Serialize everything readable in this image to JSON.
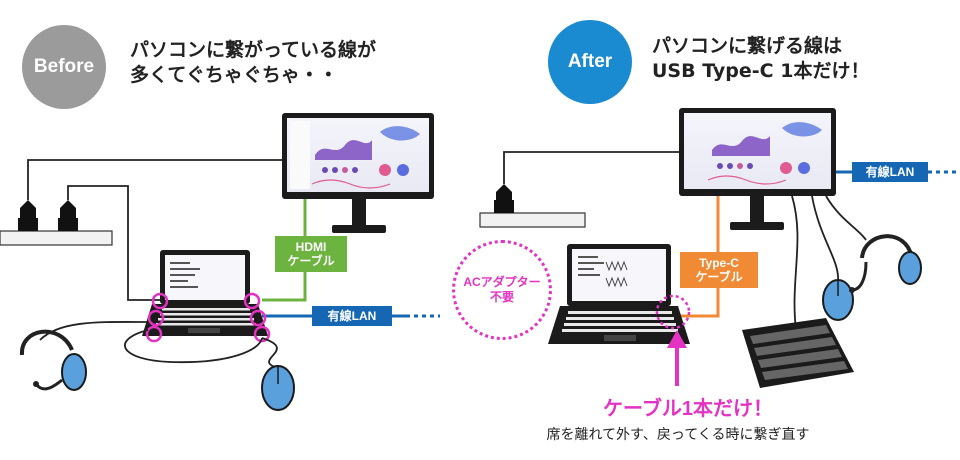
{
  "before": {
    "badge": "Before",
    "headline": [
      "パソコンに繋がっている線が",
      "多くてぐちゃぐちゃ・・"
    ],
    "hdmi_label": [
      "HDMI",
      "ケーブル"
    ],
    "lan_label": "有線LAN"
  },
  "after": {
    "badge": "After",
    "headline": [
      "パソコンに繋げる線は",
      "USB Type-C 1本だけ！"
    ],
    "typec_label": [
      "Type-C",
      "ケーブル"
    ],
    "lan_label": "有線LAN",
    "ac_note": [
      "ACアダプター",
      "不要"
    ],
    "cable_title": "ケーブル1本だけ！",
    "cable_desc": "席を離れて外す、戻ってくる時に繋ぎ直す"
  },
  "colors": {
    "before_badge": "#9b9b9b",
    "after_badge": "#1a8bd0",
    "lan": "#1667b3",
    "hdmi": "#6cb33f",
    "typec": "#f08a34",
    "accent_pink": "#e432c2"
  }
}
